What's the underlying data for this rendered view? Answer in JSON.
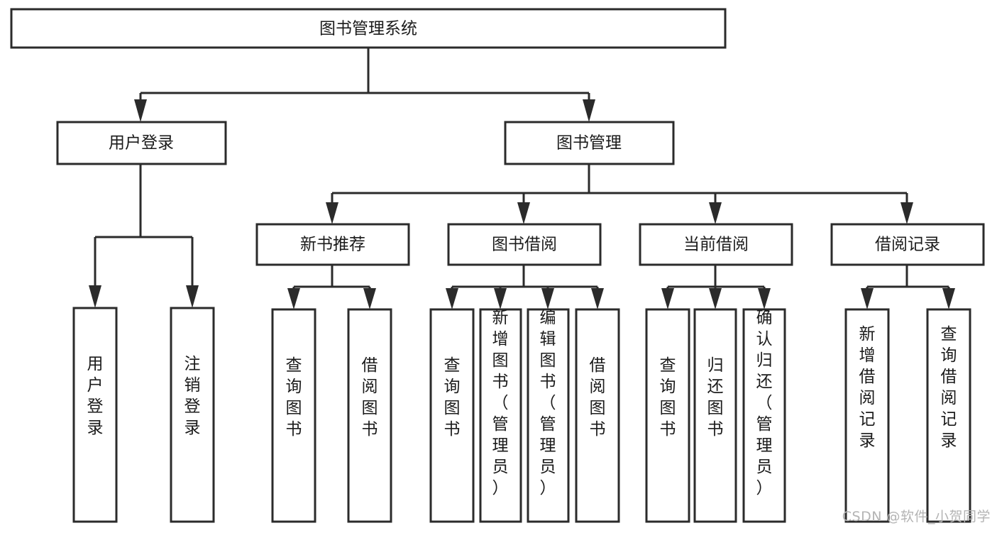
{
  "diagram": {
    "type": "hierarchy-tree",
    "title": "图书管理系统",
    "watermark": "CSDN @软件_小贺同学",
    "colors": {
      "background": "#ffffff",
      "stroke": "#2b2b2b",
      "node_fill": "#ffffff",
      "text": "#1b1b1b",
      "watermark": "#b4b4b4"
    },
    "levels": {
      "root": {
        "label": "图书管理系统"
      },
      "level1": [
        {
          "id": "user-login",
          "label": "用户登录"
        },
        {
          "id": "book-management",
          "label": "图书管理"
        }
      ],
      "level2": [
        {
          "id": "new-book-recommend",
          "label": "新书推荐",
          "parent": "book-management"
        },
        {
          "id": "book-borrow",
          "label": "图书借阅",
          "parent": "book-management"
        },
        {
          "id": "current-borrow",
          "label": "当前借阅",
          "parent": "book-management"
        },
        {
          "id": "borrow-record",
          "label": "借阅记录",
          "parent": "book-management"
        }
      ],
      "leaves": [
        {
          "id": "leaf-user-login",
          "label": "用户登录",
          "parent": "user-login"
        },
        {
          "id": "leaf-logout-login",
          "label": "注销登录",
          "parent": "user-login"
        },
        {
          "id": "leaf-query-book-1",
          "label": "查询图书",
          "parent": "new-book-recommend"
        },
        {
          "id": "leaf-borrow-book-1",
          "label": "借阅图书",
          "parent": "new-book-recommend"
        },
        {
          "id": "leaf-query-book-2",
          "label": "查询图书",
          "parent": "book-borrow"
        },
        {
          "id": "leaf-add-book",
          "label": "新增图书（管理员）",
          "parent": "book-borrow"
        },
        {
          "id": "leaf-edit-book",
          "label": "编辑图书（管理员）",
          "parent": "book-borrow"
        },
        {
          "id": "leaf-borrow-book-2",
          "label": "借阅图书",
          "parent": "book-borrow"
        },
        {
          "id": "leaf-query-book-3",
          "label": "查询图书",
          "parent": "current-borrow"
        },
        {
          "id": "leaf-return-book",
          "label": "归还图书",
          "parent": "current-borrow"
        },
        {
          "id": "leaf-confirm-return",
          "label": "确认归还（管理员）",
          "parent": "current-borrow"
        },
        {
          "id": "leaf-add-record",
          "label": "新增借阅记录",
          "parent": "borrow-record"
        },
        {
          "id": "leaf-query-record",
          "label": "查询借阅记录",
          "parent": "borrow-record"
        }
      ]
    }
  }
}
